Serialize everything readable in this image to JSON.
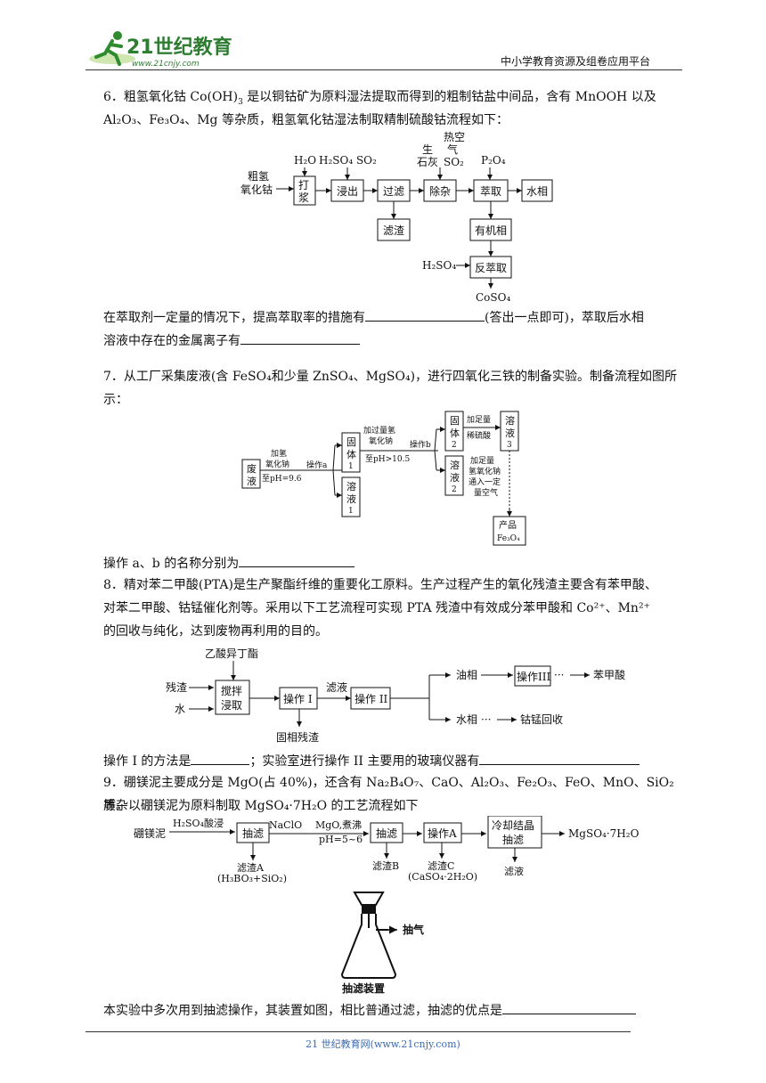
{
  "header": {
    "logo_text": "21世纪教育",
    "logo_url": "www.21cnjy.com",
    "platform": "中小学教育资源及组卷应用平台"
  },
  "q6": {
    "intro_a": "6．粗氢氧化钴 Co(OH)",
    "intro_sub": "3",
    "intro_b": " 是以铜钴矿为原料湿法提取而得到的粗制钴盐中间品，含有 MnOOH 以及",
    "intro_line2": "Al₂O₃、Fe₃O₄、Mg 等杂质，粗氢氧化钴湿法制取精制硫酸钴流程如下：",
    "diagram": {
      "start_1": "粗氢",
      "start_2": "氧化钴",
      "reagent_1": "H₂O",
      "reagent_2": "H₂SO₄ SO₂",
      "reagent_3a": "生",
      "reagent_3b": "石灰",
      "reagent_4a": "热空",
      "reagent_4b": "气",
      "reagent_4c": "SO₂",
      "reagent_5": "P₂O₄",
      "box_1a": "打",
      "box_1b": "浆",
      "box_2": "浸出",
      "box_3": "过滤",
      "box_4": "除杂",
      "box_5": "萃取",
      "box_6": "水相",
      "box_7": "滤渣",
      "box_8": "有机相",
      "box_9": "反萃取",
      "reagent_6": "H₂SO₄",
      "product": "CoSO₄"
    },
    "question_a": "在萃取剂一定量的情况下，提高萃取率的措施有",
    "question_b": "(答出一点即可)，萃取后水相",
    "question_c": "溶液中存在的金属离子有"
  },
  "q7": {
    "intro_line1": "7．从工厂采集废液(含 FeSO₄和少量 ZnSO₄、MgSO₄)，进行四氧化三铁的制备实验。制备流程如图所",
    "intro_line2": "示：",
    "diagram": {
      "waste_a": "废",
      "waste_b": "液",
      "label_a1": "加氢",
      "label_a2": "氧化钠",
      "label_a3": "至pH=9.6",
      "op_a": "操作a",
      "solid1_a": "固",
      "solid1_b": "体",
      "solid1_c": "1",
      "sol1_a": "溶",
      "sol1_b": "液",
      "sol1_c": "1",
      "label_b1": "加过量氢",
      "label_b2": "氧化钠",
      "label_b3": "至pH>10.5",
      "op_b": "操作b",
      "solid2_a": "固",
      "solid2_b": "体",
      "solid2_c": "2",
      "sol2_a": "溶",
      "sol2_b": "液",
      "sol2_c": "2",
      "label_c1": "加足量",
      "label_c2": "稀硫酸",
      "sol3_a": "溶",
      "sol3_b": "液",
      "sol3_c": "3",
      "label_d1": "加足量",
      "label_d2": "氢氧化钠",
      "label_d3": "通入一定",
      "label_d4": "量空气",
      "product_a": "产品",
      "product_b": "Fe₃O₄"
    },
    "question": "操作 a、b 的名称分别为"
  },
  "q8": {
    "line1": "8．精对苯二甲酸(PTA)是生产聚酯纤维的重要化工原料。生产过程产生的氧化残渣主要含有苯甲酸、",
    "line2": "对苯二甲酸、钴锰催化剂等。采用以下工艺流程可实现 PTA 残渣中有效成分苯甲酸和 Co²⁺、Mn²⁺",
    "line3": "的回收与纯化，达到废物再利用的目的。",
    "diagram": {
      "top": "乙酸异丁酯",
      "in_1": "残渣",
      "in_2": "水",
      "box_1a": "搅拌",
      "box_1b": "浸取",
      "box_2": "操作 I",
      "filtrate": "滤液",
      "box_3": "操作 II",
      "solid": "固相残渣",
      "oil": "油相",
      "box_4": "操作III",
      "dots": "···",
      "benzoic": "苯甲酸",
      "water": "水相",
      "recovery": "钴锰回收"
    },
    "question_a": "操作 I 的方法是",
    "question_b": "；实验室进行操作 II 主要用的玻璃仪器有"
  },
  "q9": {
    "line1": "9．硼镁泥主要成分是 MgO(占 40%)，还含有 Na₂B₄O₇、CaO、Al₂O₃、Fe₂O₃、FeO、MnO、SiO₂ 等杂",
    "line2": "质。以硼镁泥为原料制取 MgSO₄·7H₂O 的工艺流程如下",
    "diagram": {
      "start": "硼镁泥",
      "r1": "H₂SO₄酸浸",
      "box_1": "抽滤",
      "r2": "NaClO",
      "r3a": "MgO,煮沸",
      "r3b": "pH=5~6",
      "box_2": "抽滤",
      "box_3": "操作A",
      "box_4a": "冷却结晶",
      "box_4b": "抽滤",
      "product": "MgSO₄·7H₂O",
      "res_a1": "滤渣A",
      "res_a2": "(H₃BO₃+SiO₂)",
      "res_b": "滤渣B",
      "res_c1": "滤渣C",
      "res_c2": "(CaSO₄·2H₂O)",
      "res_d": "滤液",
      "vacuum": "抽气",
      "apparatus": "抽滤装置"
    },
    "question": "本实验中多次用到抽滤操作，其装置如图，相比普通过滤，抽滤的优点是"
  },
  "footer": {
    "text": "21 世纪教育网(www.21cnjy.com)"
  }
}
